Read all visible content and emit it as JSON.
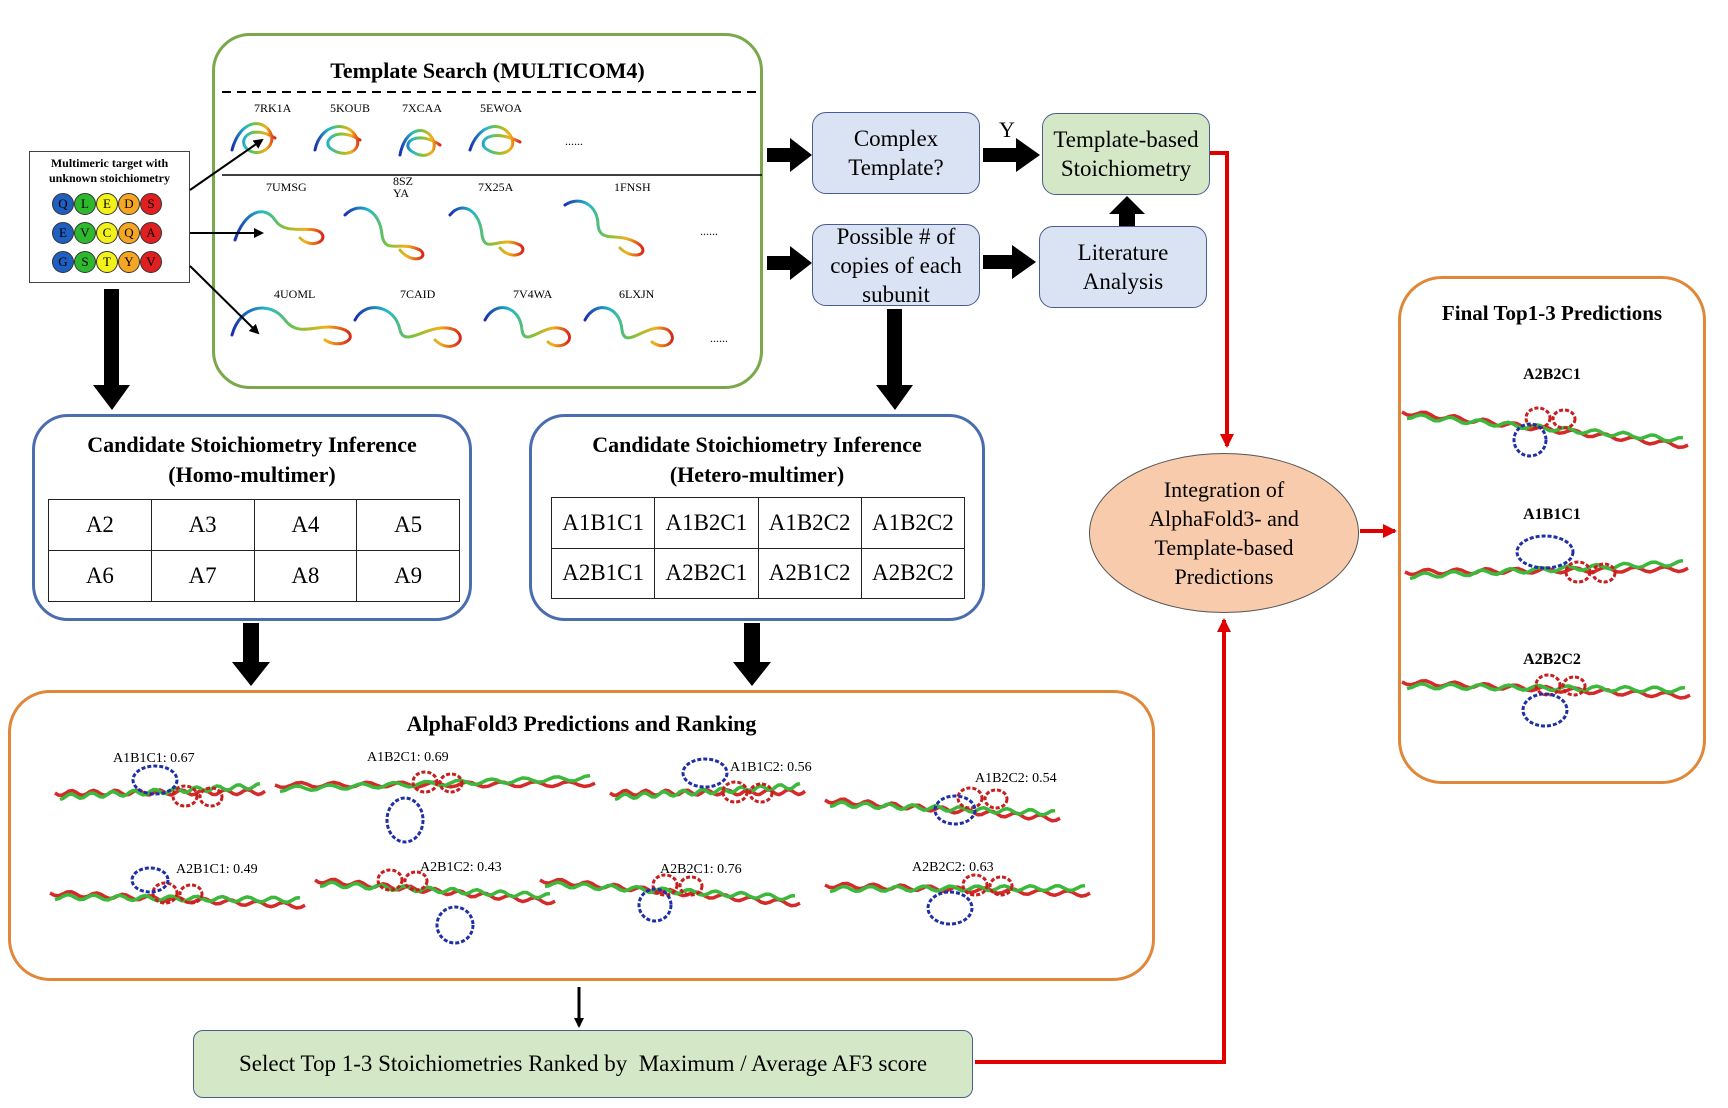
{
  "template_search": {
    "title": "Template Search (MULTICOM4)",
    "row1_ids": [
      "7RK1A",
      "5KOUB",
      "7XCAA",
      "5EWOA"
    ],
    "row2_ids": [
      "7UMSG",
      "8SZ\nYA",
      "7X25A",
      "1FNSH"
    ],
    "row3_ids": [
      "4UOML",
      "7CAID",
      "7V4WA",
      "6LXJN"
    ],
    "ellipsis": "......"
  },
  "target": {
    "title": "Multimeric target with unknown stoichiometry",
    "rows": [
      [
        {
          "l": "Q",
          "c": "#1f5fbf"
        },
        {
          "l": "L",
          "c": "#2eb82e"
        },
        {
          "l": "E",
          "c": "#f2f21a"
        },
        {
          "l": "D",
          "c": "#f5a623"
        },
        {
          "l": "S",
          "c": "#e02020"
        }
      ],
      [
        {
          "l": "E",
          "c": "#1f5fbf"
        },
        {
          "l": "V",
          "c": "#2eb82e"
        },
        {
          "l": "C",
          "c": "#f2f21a"
        },
        {
          "l": "Q",
          "c": "#f5a623"
        },
        {
          "l": "A",
          "c": "#e02020"
        }
      ],
      [
        {
          "l": "G",
          "c": "#1f5fbf"
        },
        {
          "l": "S",
          "c": "#2eb82e"
        },
        {
          "l": "T",
          "c": "#f2f21a"
        },
        {
          "l": "Y",
          "c": "#f5a623"
        },
        {
          "l": "V",
          "c": "#e02020"
        }
      ]
    ]
  },
  "complex_template": "Complex Template?",
  "yes_label": "Y",
  "template_stoich": "Template-based Stoichiometry",
  "possible_copies": "Possible # of copies of each subunit",
  "literature": "Literature Analysis",
  "homo": {
    "title1": "Candidate Stoichiometry Inference",
    "title2": "(Homo-multimer)",
    "cells": [
      [
        "A2",
        "A3",
        "A4",
        "A5"
      ],
      [
        "A6",
        "A7",
        "A8",
        "A9"
      ]
    ]
  },
  "hetero": {
    "title1": "Candidate Stoichiometry Inference",
    "title2": "(Hetero-multimer)",
    "cells": [
      [
        "A1B1C1",
        "A1B2C1",
        "A1B2C2",
        "A1B2C2"
      ],
      [
        "A2B1C1",
        "A2B2C1",
        "A2B1C2",
        "A2B2C2"
      ]
    ]
  },
  "alphafold": {
    "title": "AlphaFold3 Predictions and Ranking",
    "labels": [
      "A1B1C1: 0.67",
      "A1B2C1: 0.69",
      "A1B1C2: 0.56",
      "A1B2C2: 0.54",
      "A2B1C1: 0.49",
      "A2B1C2: 0.43",
      "A2B2C1: 0.76",
      "A2B2C2: 0.63"
    ]
  },
  "select": "Select Top 1-3 Stoichiometries Ranked by  Maximum / Average AF3 score",
  "integration": "Integration of AlphaFold3- and Template-based Predictions",
  "final": {
    "title": "Final Top1-3 Predictions",
    "labels": [
      "A2B2C1",
      "A1B1C1",
      "A2B2C2"
    ]
  },
  "colors": {
    "arrow_black": "#000000",
    "arrow_red": "#e00000",
    "green_border": "#7aa84a",
    "blue_border": "#4a6db0",
    "orange_border": "#e0873a",
    "integration_fill": "#f8cbad"
  }
}
